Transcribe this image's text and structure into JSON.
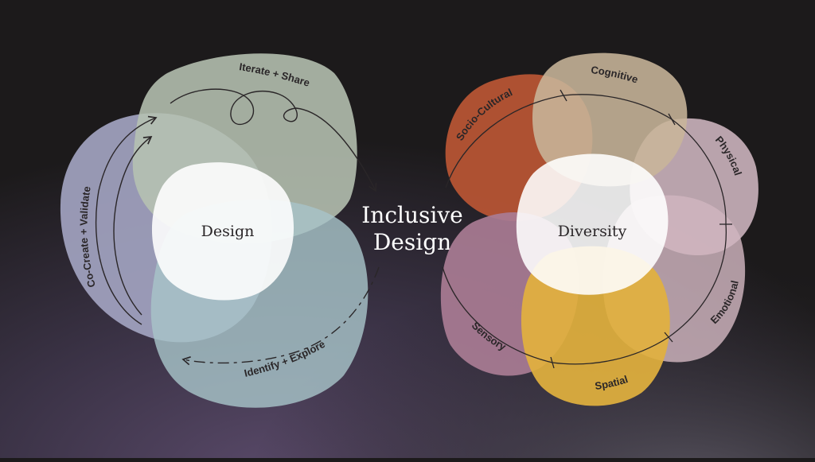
{
  "title": {
    "line1": "Inclusive",
    "line2": "Design"
  },
  "design_cycle": {
    "center": "Design",
    "labels": {
      "iterate": "Iterate + Share",
      "cocreate": "Co-Create + Validate",
      "identify": "Identify + Explore"
    }
  },
  "diversity": {
    "center": "Diversity",
    "dimensions": {
      "socio": "Socio-Cultural",
      "cognitive": "Cognitive",
      "physical": "Physical",
      "emotional": "Emotional",
      "spatial": "Spatial",
      "sensory": "Sensory"
    }
  },
  "colors": {
    "background": "#1c1a1b",
    "iterate_blob": "#b6c2b2",
    "cocreate_blob": "#a2a3c0",
    "identify_blob": "#a7c3c8",
    "socio_blob": "#b65434",
    "cognitive_blob": "#c8b59a",
    "physical_blob": "#cbb3bd",
    "emotional_blob": "#d1b6bf",
    "spatial_blob": "#e2b13e",
    "sensory_blob": "#a97c94"
  }
}
